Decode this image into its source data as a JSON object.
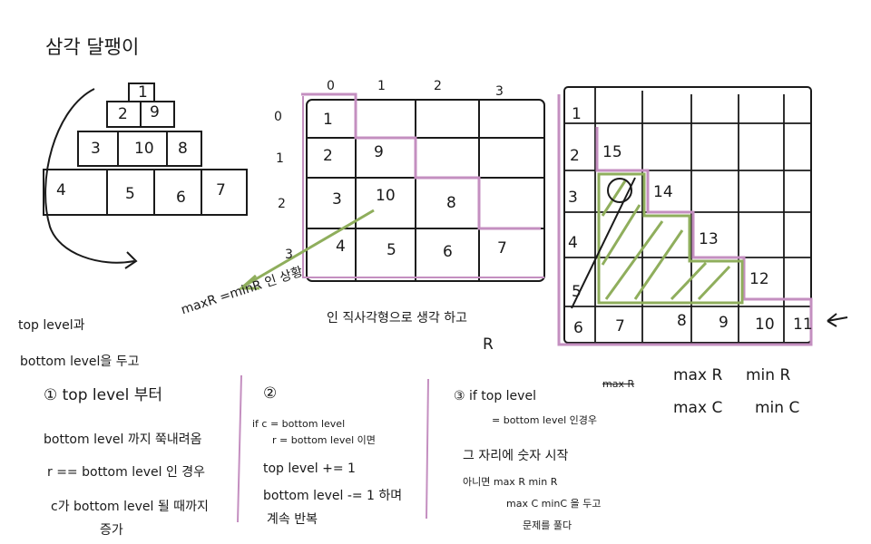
{
  "title": "삼각 달팽이",
  "pyramid": {
    "rows": [
      [
        "1"
      ],
      [
        "2",
        "9"
      ],
      [
        "3",
        "10",
        "8"
      ],
      [
        "4",
        "5",
        "6",
        "7"
      ]
    ]
  },
  "grid1": {
    "col_headers": [
      "0",
      "1",
      "2",
      "3"
    ],
    "row_headers": [
      "0",
      "1",
      "2",
      "3"
    ],
    "cells": [
      [
        "1",
        "",
        "",
        ""
      ],
      [
        "2",
        "9",
        "",
        ""
      ],
      [
        "3",
        "10",
        "8",
        ""
      ],
      [
        "4",
        "5",
        "6",
        "7"
      ]
    ],
    "annotation": "maxR =minR 인 상황",
    "caption": "인 직사각형으로  생각 하고",
    "caption_r": "R"
  },
  "grid2": {
    "numbers": [
      "1",
      "2",
      "3",
      "4",
      "5",
      "6",
      "15",
      "14",
      "13",
      "12",
      "7",
      "8",
      "9",
      "10",
      "11"
    ]
  },
  "bounds_notes": {
    "scribble": "max R",
    "line1_a": "max R",
    "line1_b": "min R",
    "line2_a": "max C",
    "line2_b": "min C"
  },
  "notes": {
    "intro_1": "top level과",
    "intro_2": "bottom level을 두고",
    "step1_title": "① top level 부터",
    "step1_l1": "bottom level 까지 쭉내려옴",
    "step1_l2": "r == bottom level 인 경우",
    "step1_l3": "c가 bottom level 될 때까지",
    "step1_l4": "증가",
    "step2_title": "②",
    "step2_l1": "if  c = bottom level",
    "step2_l2": "r = bottom level 이면",
    "step2_l3": "top level += 1",
    "step2_l4": "bottom level -= 1 하며",
    "step2_l5": "계속 반복",
    "step3_title": "③ if  top level",
    "step3_l1": "= bottom level 인경우",
    "step3_l2": "그 자리에 숫자 시작",
    "step3_l3": "아니면    max R   min R",
    "step3_l4": "max C   minC  을 두고",
    "step3_l5": "문제를 풀다"
  },
  "colors": {
    "ink": "#1a1a1a",
    "pink": "#c48fc0",
    "green": "#8fae5c"
  }
}
